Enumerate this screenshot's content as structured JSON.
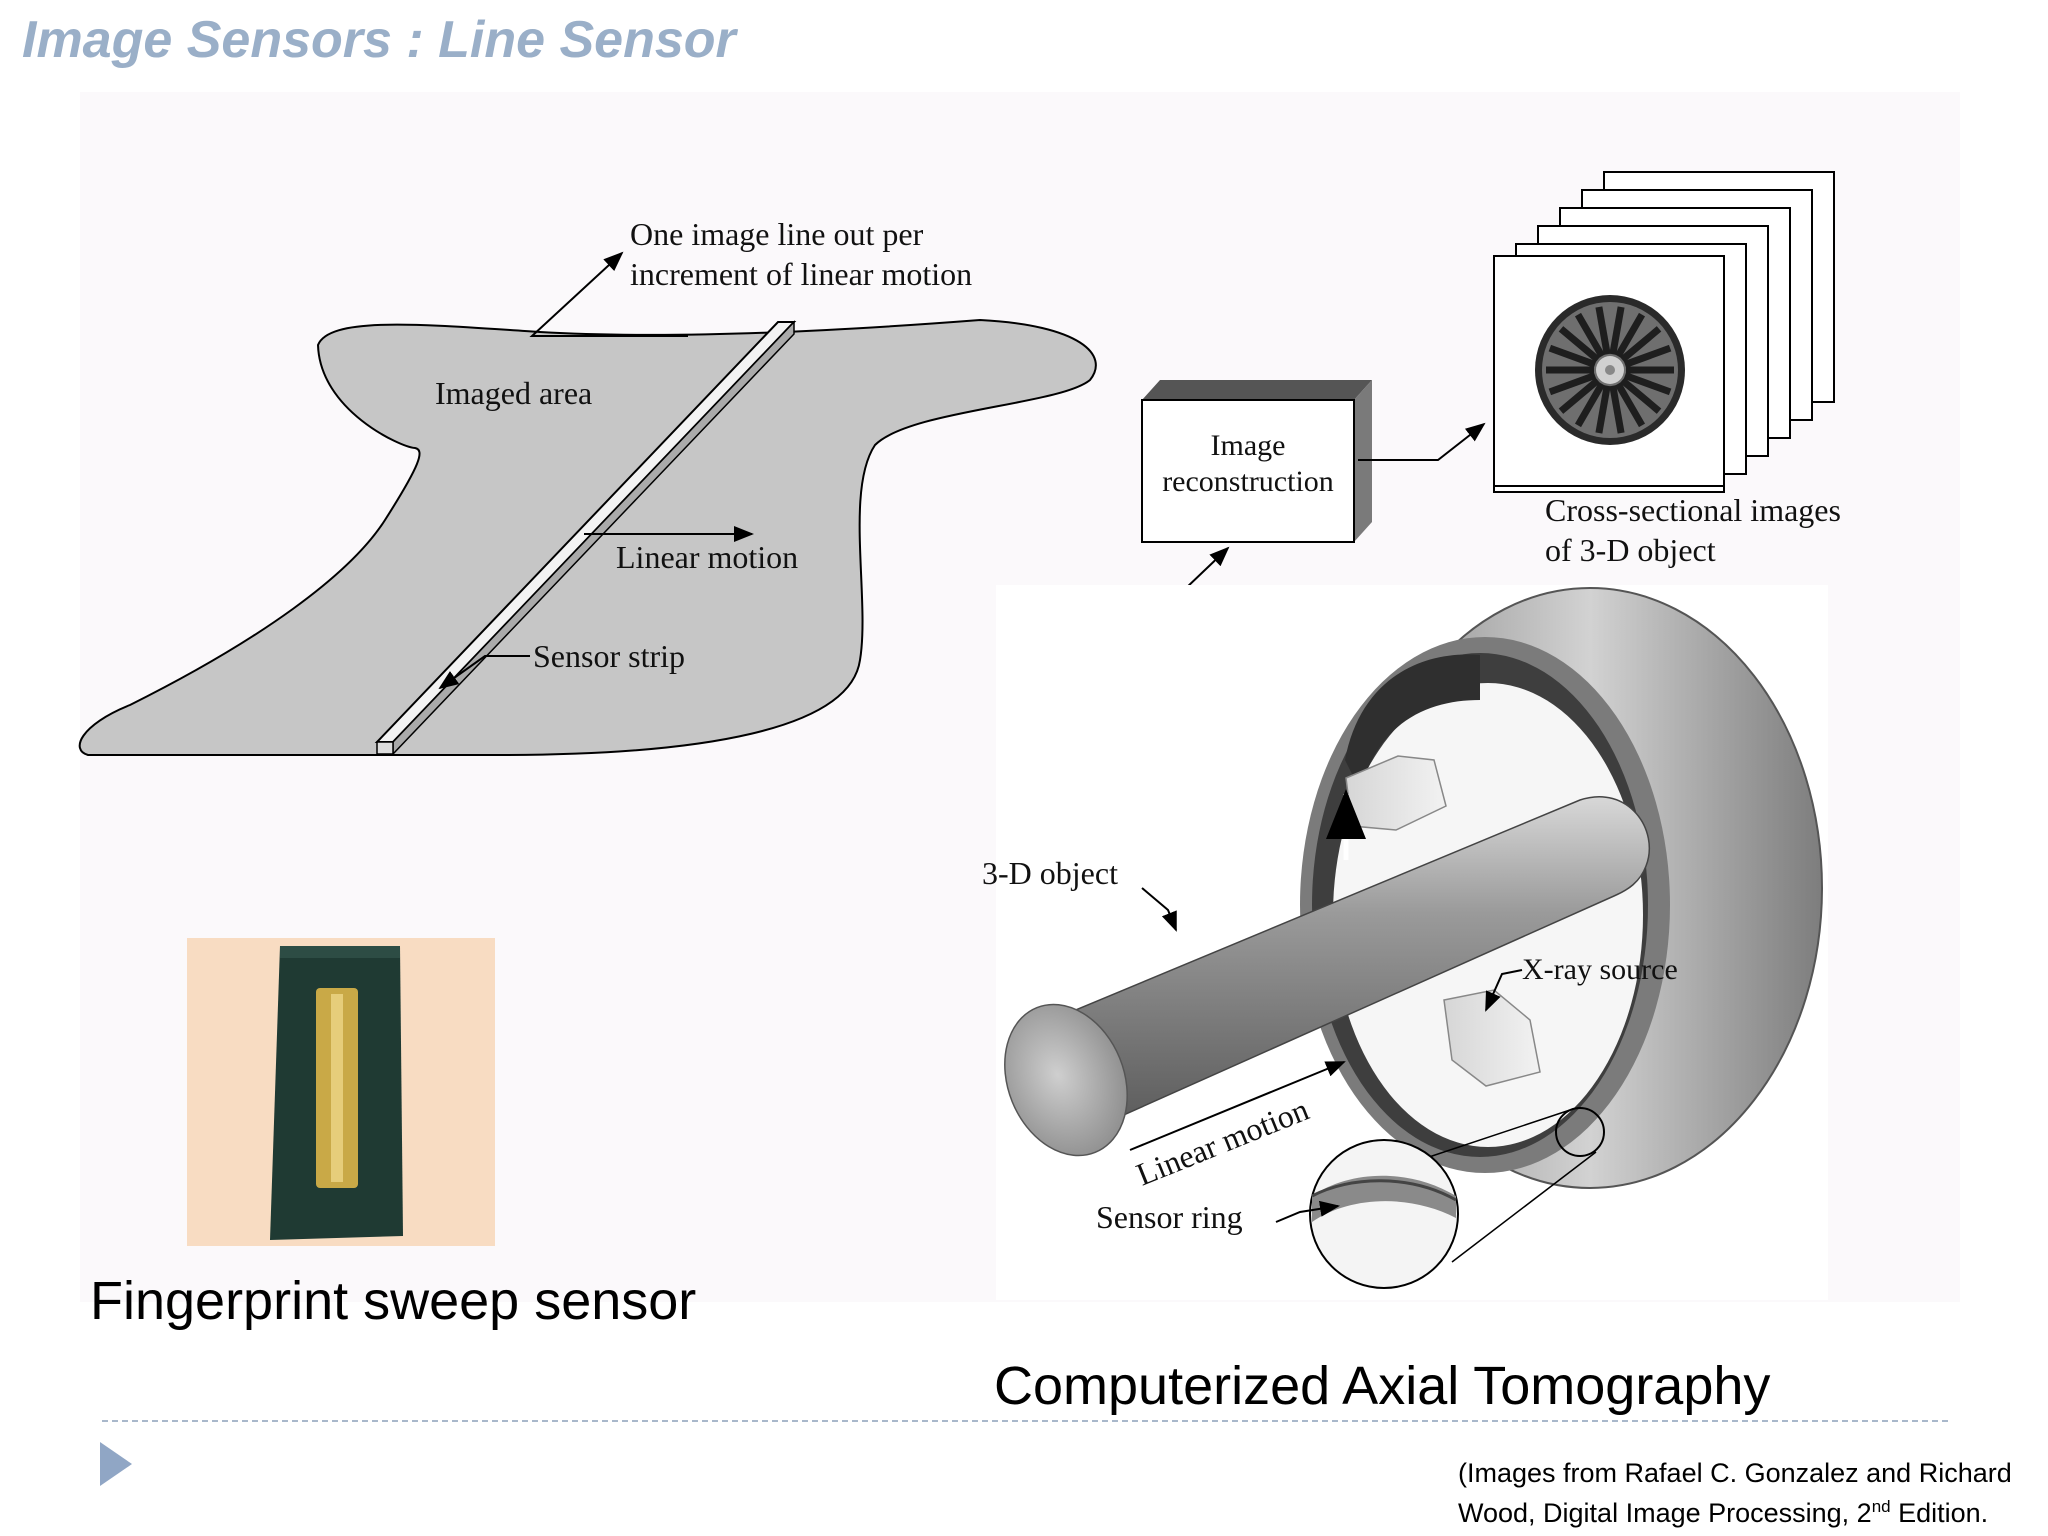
{
  "slide": {
    "title": "Image Sensors : Line Sensor"
  },
  "line_sensor_diagram": {
    "output_label_line1": "One image line out per",
    "output_label_line2": "increment of linear motion",
    "imaged_area_label": "Imaged area",
    "linear_motion_label": "Linear motion",
    "sensor_strip_label": "Sensor strip"
  },
  "ct_diagram": {
    "reconstruction_label_line1": "Image",
    "reconstruction_label_line2": "reconstruction",
    "cross_section_label_line1": "Cross-sectional images",
    "cross_section_label_line2": "of 3-D object",
    "object_label": "3-D object",
    "xray_label": "X-ray source",
    "linear_motion_label": "Linear motion",
    "sensor_ring_label": "Sensor ring"
  },
  "captions": {
    "fingerprint": "Fingerprint sweep sensor",
    "cat": "Computerized Axial Tomography"
  },
  "footer": {
    "credit_line1": "(Images from Rafael C. Gonzalez and Richard",
    "credit_line2_prefix": "Wood, Digital Image Processing, 2",
    "credit_line2_sup": "nd",
    "credit_line2_suffix": " Edition."
  },
  "colors": {
    "title": "#9aafc8",
    "imaged_area_fill": "#c6c6c6",
    "fingerprint_background": "#f8dcc2",
    "fingerprint_device": "#1f3a33",
    "fingerprint_strip": "#c9a947",
    "footer_accent": "#90a6c5"
  }
}
